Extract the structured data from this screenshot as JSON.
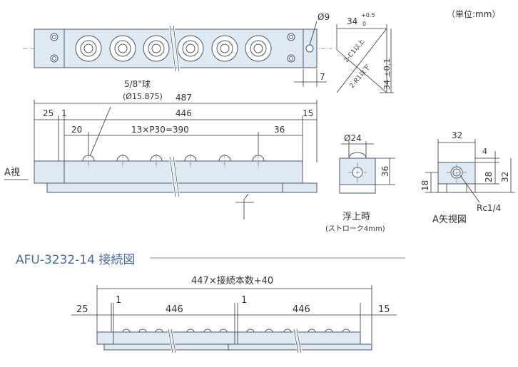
{
  "unit_note": "（単位:mm）",
  "top_view": {
    "hole_dia": "Ø9",
    "dim_34": "34",
    "tol_plus": "+0.5",
    "tol_zero": "0",
    "chamfer_c": "2-C1以上",
    "chamfer_r": "2-R1以下",
    "dim_34_pm": "34 ±0.1",
    "dim_7": "7"
  },
  "front_view": {
    "ball_label": "5/8\"球",
    "ball_dia": "(Ø15.875)",
    "total": "487",
    "left_25": "25",
    "left_1": "1",
    "span_446": "446",
    "right_15": "15",
    "first_20": "20",
    "pitch": "13×P30=390",
    "last_36": "36",
    "view_label": "A視"
  },
  "side_view": {
    "ball_dia": "Ø24",
    "height_36": "36",
    "caption": "浮上時",
    "caption_sub": "(ストローク4mm)"
  },
  "a_view": {
    "width_32": "32",
    "dim_4": "4",
    "dim_28": "28",
    "dim_32": "32",
    "dim_18": "18",
    "port": "Rc1/4",
    "caption": "A矢視図"
  },
  "connection": {
    "title": "AFU-3232-14 接続図",
    "formula": "447×接続本数+40",
    "left_25": "25",
    "one_a": "1",
    "span_a": "446",
    "one_b": "1",
    "span_b": "446",
    "right_15": "15"
  }
}
